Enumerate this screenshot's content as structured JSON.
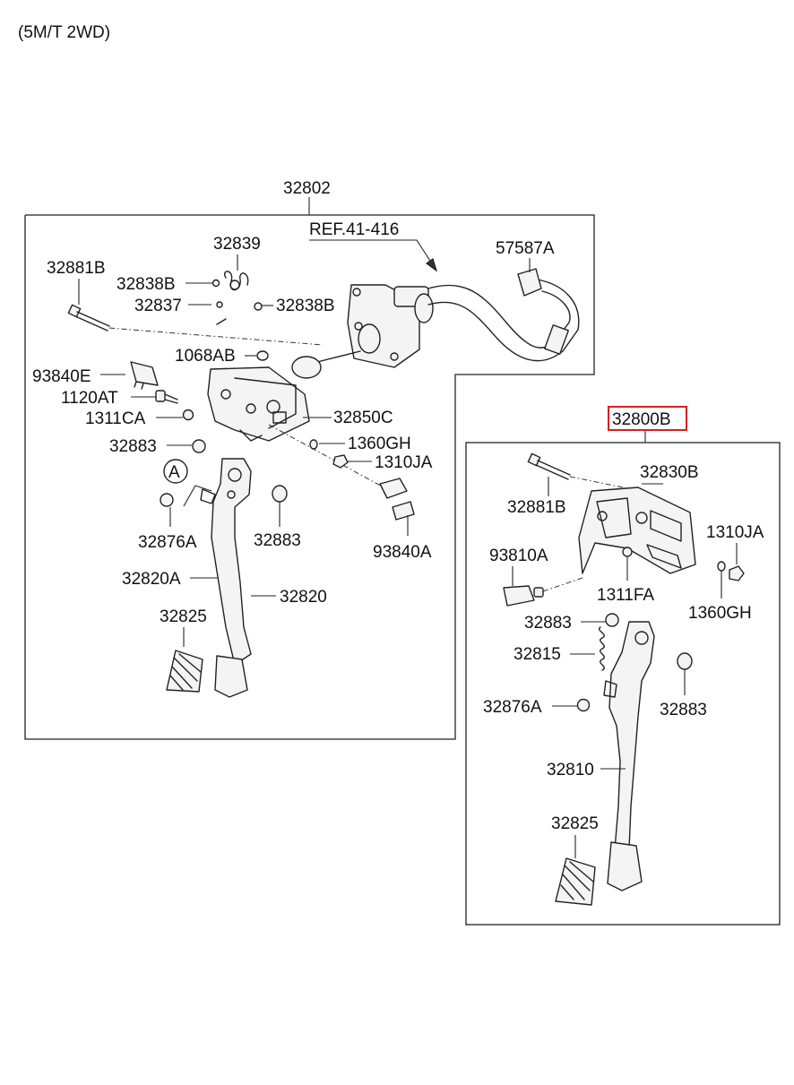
{
  "header": {
    "variant": "(5M/T 2WD)"
  },
  "callout_circle": "A",
  "groups": {
    "left": {
      "assembly": "32802",
      "reference": "REF.41-416",
      "labels": {
        "hose_clip": "57587A",
        "spring": "32839",
        "bolt": "32881B",
        "bushing_left": "32838B",
        "bushing_right": "32838B",
        "pin": "32837",
        "grommet": "1068AB",
        "switch_e": "93840E",
        "screw": "1120AT",
        "nut_ca": "1311CA",
        "bracket": "32850C",
        "washer": "1360GH",
        "nut_ja": "1310JA",
        "bush_top": "32883",
        "stopper": "32876A",
        "bush_bottom": "32883",
        "switch_a": "93840A",
        "pedal_arm_a": "32820A",
        "pedal_arm": "32820",
        "pad": "32825"
      }
    },
    "right": {
      "assembly": "32800B",
      "labels": {
        "bracket": "32830B",
        "bolt": "32881B",
        "nut_ja": "1310JA",
        "switch": "93810A",
        "nut_fa": "1311FA",
        "washer": "1360GH",
        "bush_top": "32883",
        "spring": "32815",
        "stopper": "32876A",
        "bush_right": "32883",
        "pedal_arm": "32810",
        "pad": "32825"
      }
    }
  },
  "colors": {
    "highlight": "#d62020",
    "line": "#222222"
  }
}
